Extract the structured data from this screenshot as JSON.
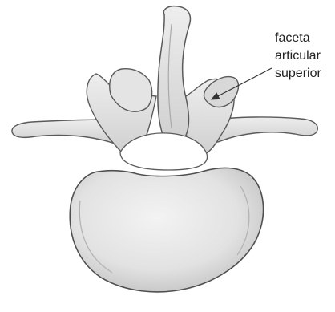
{
  "annotation": {
    "lines": [
      "faceta",
      "articular",
      "superior"
    ],
    "target": "superior articular facet"
  },
  "colors": {
    "bone_fill": "#e6e6e6",
    "bone_shadow": "#bdbdbd",
    "outline": "#5a5a5a",
    "arrow": "#333333",
    "text": "#222222"
  }
}
